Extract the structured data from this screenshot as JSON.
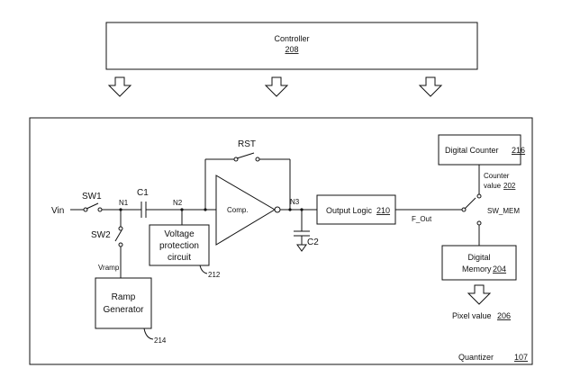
{
  "controller": {
    "label": "Controller",
    "ref": "208"
  },
  "quantizer": {
    "label": "Quantizer",
    "ref": "107"
  },
  "nodes": {
    "vin": "Vin",
    "n1": "N1",
    "n2": "N2",
    "n3": "N3",
    "vramp": "Vramp",
    "f_out": "F_Out"
  },
  "switches": {
    "sw1": "SW1",
    "sw2": "SW2",
    "rst": "RST",
    "sw_mem": "SW_MEM"
  },
  "capacitors": {
    "c1": "C1",
    "c2": "C2"
  },
  "comparator": {
    "label": "Comp."
  },
  "voltage_protection": {
    "line1": "Voltage",
    "line2": "protection",
    "line3": "circuit",
    "ref": "212"
  },
  "ramp_generator": {
    "line1": "Ramp",
    "line2": "Generator",
    "ref": "214"
  },
  "output_logic": {
    "label": "Output Logic",
    "ref": "210"
  },
  "digital_counter": {
    "label": "Digital Counter",
    "ref": "216"
  },
  "counter_value": {
    "line1": "Counter",
    "line2": "value",
    "ref": "202"
  },
  "digital_memory": {
    "line1": "Digital",
    "line2": "Memory",
    "ref": "204"
  },
  "pixel_value": {
    "label": "Pixel value",
    "ref": "206"
  }
}
